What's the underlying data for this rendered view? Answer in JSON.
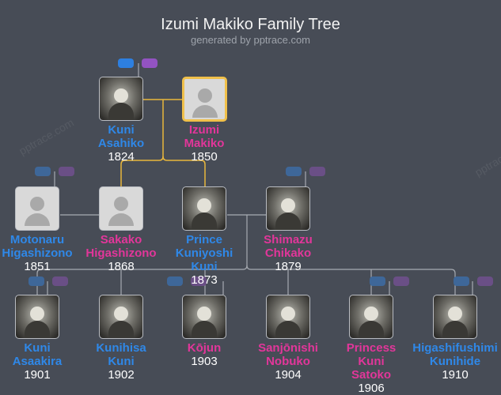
{
  "header": {
    "title": "Izumi Makiko Family Tree",
    "subtitle": "generated by pptrace.com"
  },
  "watermark": "pptrace.com",
  "colors": {
    "background": "#474c56",
    "male": "#2f88e8",
    "female": "#e2369a",
    "highlight": "#f0c04a",
    "father_tag": "#2d7fe0",
    "mother_tag": "#9353c2"
  },
  "people": [
    {
      "id": "kuni-asahiko",
      "name": [
        "Kuni",
        "Asahiko"
      ],
      "year": "1824",
      "sex": "male",
      "photo": true
    },
    {
      "id": "izumi-makiko",
      "name": [
        "Izumi",
        "Makiko"
      ],
      "year": "1850",
      "sex": "female",
      "photo": false,
      "selected": true
    },
    {
      "id": "motonaru-higashizono",
      "name": [
        "Motonaru",
        "Higashizono"
      ],
      "year": "1851",
      "sex": "male",
      "photo": false
    },
    {
      "id": "sakako-higashizono",
      "name": [
        "Sakako",
        "Higashizono"
      ],
      "year": "1868",
      "sex": "female",
      "photo": false
    },
    {
      "id": "prince-kuniyoshi-kuni",
      "name": [
        "Prince",
        "Kuniyoshi",
        "Kuni"
      ],
      "year": "1873",
      "sex": "male",
      "photo": true
    },
    {
      "id": "shimazu-chikako",
      "name": [
        "Shimazu",
        "Chikako"
      ],
      "year": "1879",
      "sex": "female",
      "photo": true
    },
    {
      "id": "kuni-asaakira",
      "name": [
        "Kuni",
        "Asaakira"
      ],
      "year": "1901",
      "sex": "male",
      "photo": true
    },
    {
      "id": "kunihisa-kuni",
      "name": [
        "Kunihisa",
        "Kuni"
      ],
      "year": "1902",
      "sex": "male",
      "photo": true
    },
    {
      "id": "kojun",
      "name": [
        "Kōjun"
      ],
      "year": "1903",
      "sex": "female",
      "photo": true
    },
    {
      "id": "sanjonishi-nobuko",
      "name": [
        "Sanjōnishi",
        "Nobuko"
      ],
      "year": "1904",
      "sex": "female",
      "photo": true
    },
    {
      "id": "princess-kuni-satoko",
      "name": [
        "Princess",
        "Kuni",
        "Satoko"
      ],
      "year": "1906",
      "sex": "female",
      "photo": true
    },
    {
      "id": "higashifushimi-kunihide",
      "name": [
        "Higashifushimi",
        "Kunihide"
      ],
      "year": "1910",
      "sex": "male",
      "photo": true
    }
  ]
}
